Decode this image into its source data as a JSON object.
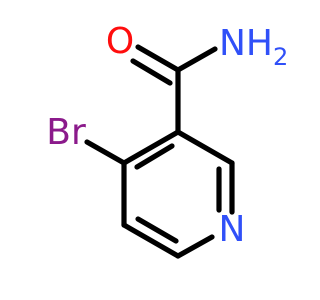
{
  "molecule": {
    "atoms": {
      "oxygen": {
        "symbol": "O",
        "color": "#ff0d0d"
      },
      "amide_nitrogen": {
        "symbol": "NH",
        "subscript": "2",
        "color": "#3050f8"
      },
      "bromine": {
        "symbol": "Br",
        "color": "#8b1a8b"
      },
      "ring_nitrogen": {
        "symbol": "N",
        "color": "#3050f8"
      }
    },
    "bond_color": "#000000"
  }
}
